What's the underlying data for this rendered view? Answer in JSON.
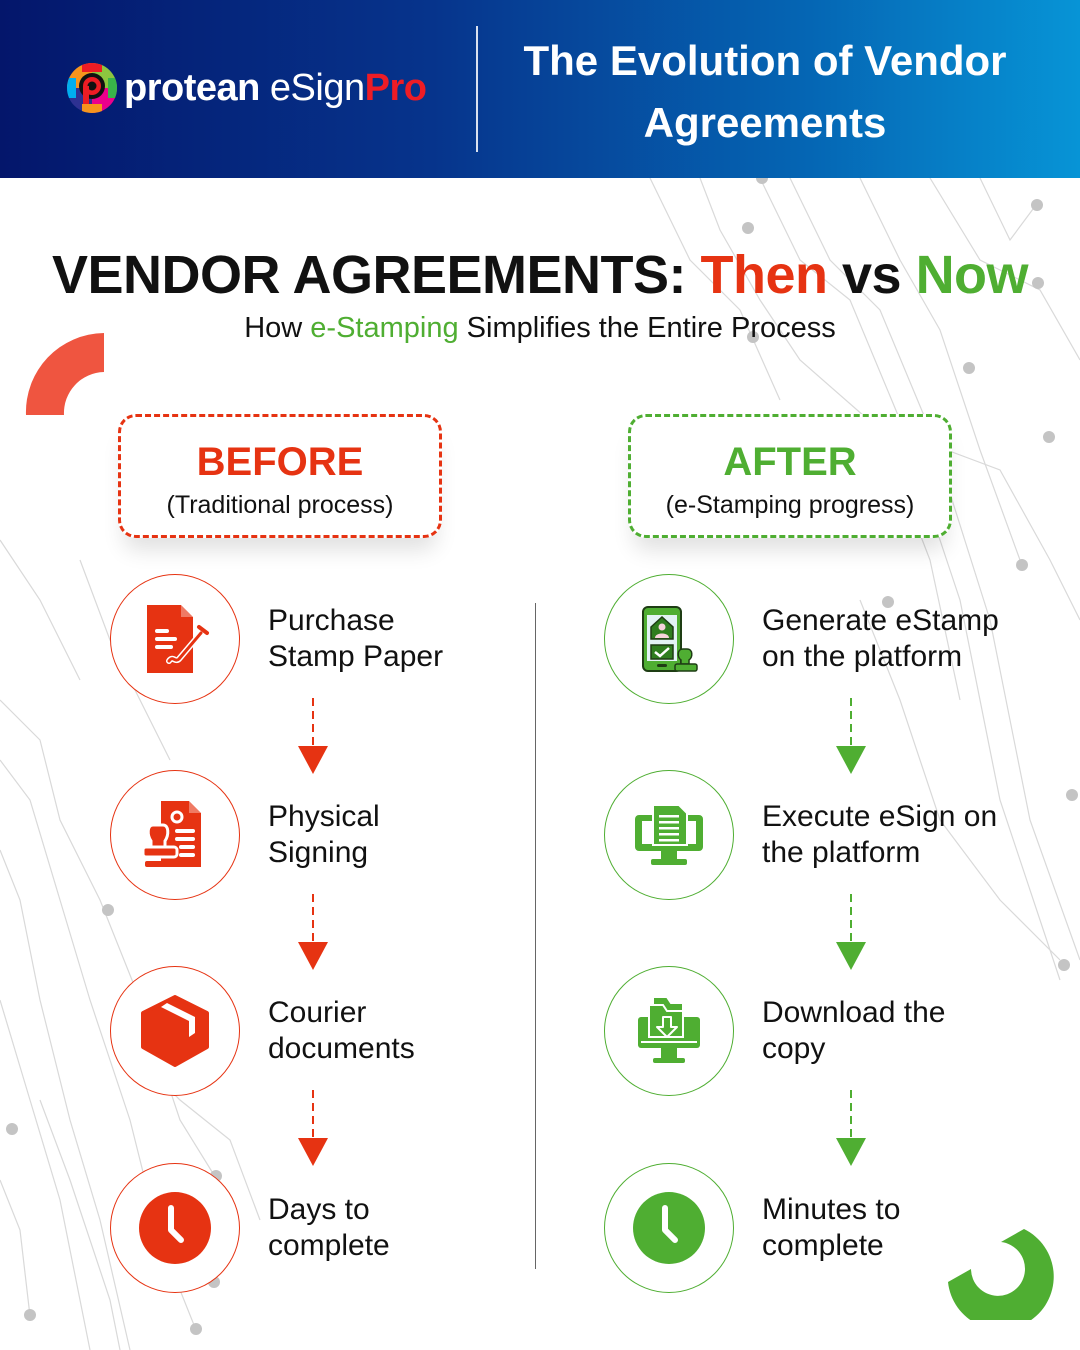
{
  "header": {
    "brand": {
      "name_bold": "protean",
      "name_light": " eSign",
      "name_accent": "Pro"
    },
    "title": "The Evolution of Vendor Agreements"
  },
  "heading": {
    "prefix": "VENDOR AGREEMENTS: ",
    "then": "Then",
    "vs": " vs ",
    "now": "Now"
  },
  "subheading": {
    "prefix": "How ",
    "highlight": "e-Stamping",
    "suffix": " Simplifies the Entire Process"
  },
  "before": {
    "title": "BEFORE",
    "subtitle": "(Traditional process)",
    "steps": [
      {
        "label": "Purchase\nStamp Paper",
        "icon": "document-sign-icon"
      },
      {
        "label": "Physical\nSigning",
        "icon": "stamp-document-icon"
      },
      {
        "label": "Courier\ndocuments",
        "icon": "package-box-icon"
      },
      {
        "label": "Days to\ncomplete",
        "icon": "clock-icon"
      }
    ]
  },
  "after": {
    "title": "AFTER",
    "subtitle": "(e-Stamping progress)",
    "steps": [
      {
        "label": "Generate eStamp\non the platform",
        "icon": "phone-estamp-icon"
      },
      {
        "label": "Execute eSign on\nthe platform",
        "icon": "monitor-document-icon"
      },
      {
        "label": "Download the\ncopy",
        "icon": "monitor-download-icon"
      },
      {
        "label": "Minutes to\ncomplete",
        "icon": "clock-icon"
      }
    ]
  },
  "colors": {
    "red": "#e63312",
    "green": "#4fae32",
    "header_start": "#04166b",
    "header_end": "#0794d6",
    "brand_accent": "#ee1c25"
  }
}
